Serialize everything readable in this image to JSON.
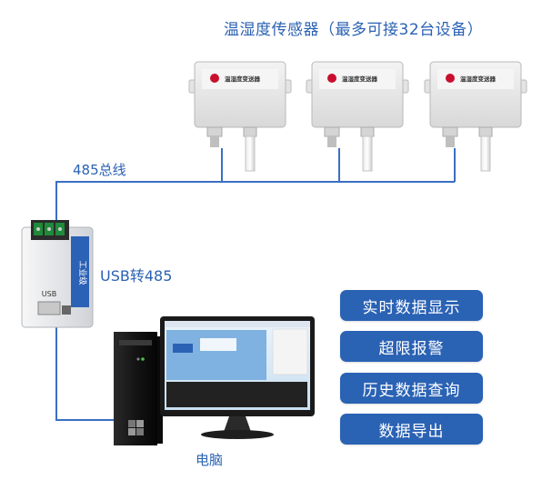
{
  "title": "温湿度传感器（最多可接32台设备）",
  "bus_label": "485总线",
  "converter_label": "USB转485",
  "computer_label": "电脑",
  "features": [
    "实时数据显示",
    "超限报警",
    "历史数据查询",
    "数据导出"
  ],
  "sensor_plate_text": "温湿度变送器",
  "converter_device": {
    "side_text": "工业级",
    "port_label": "USB"
  },
  "colors": {
    "accent": "#2a62b4",
    "wire": "#3b6fc2",
    "label": "#2b62b3"
  }
}
